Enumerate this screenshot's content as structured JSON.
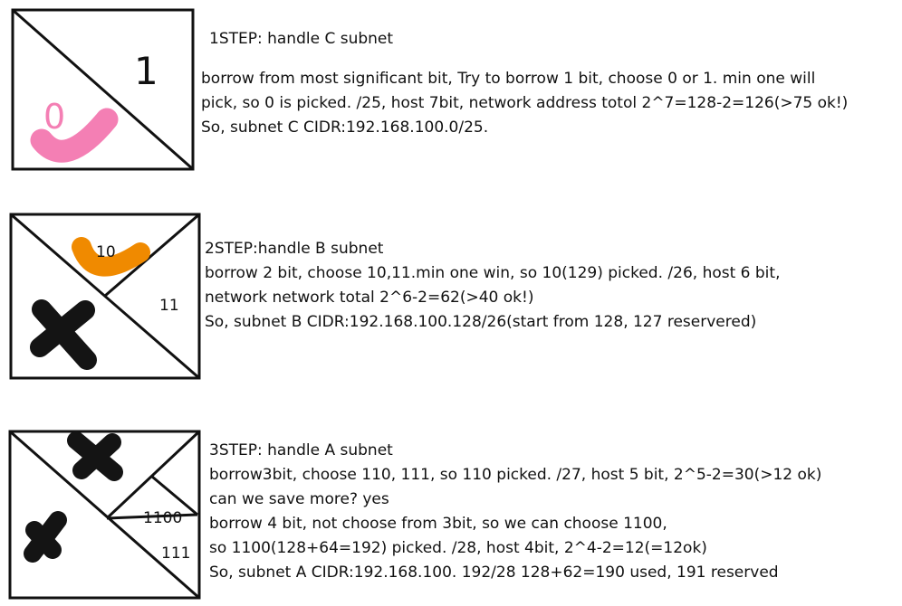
{
  "colors": {
    "stroke": "#111111",
    "pink": "#f47fb4",
    "orange": "#f08a00",
    "black_mark": "#141414"
  },
  "step1": {
    "diagram": {
      "label_main": "1",
      "label_picked": "0"
    },
    "title": "1STEP: handle C subnet",
    "lines": [
      "borrow from most significant bit, Try to borrow 1 bit, choose 0 or 1. min one will",
      "pick, so 0 is picked. /25, host 7bit, network address totol 2^7=128-2=126(>75 ok!)",
      "So, subnet C CIDR:192.168.100.0/25."
    ]
  },
  "step2": {
    "diagram": {
      "label_picked": "10",
      "label_other": "11"
    },
    "title": "2STEP:handle B subnet",
    "lines": [
      "borrow 2 bit, choose 10,11.min one win, so 10(129) picked. /26, host 6 bit,",
      "network network total 2^6-2=62(>40 ok!)",
      "So, subnet B CIDR:192.168.100.128/26(start from 128, 127 reservered)"
    ]
  },
  "step3": {
    "diagram": {
      "label_picked": "1100",
      "label_other": "111"
    },
    "title": "3STEP: handle A subnet",
    "lines": [
      "borrow3bit, choose 110, 111, so 110 picked. /27, host 5 bit, 2^5-2=30(>12 ok)",
      "can we save more? yes",
      "borrow 4 bit, not choose from 3bit, so we can choose 1100,",
      "so 1100(128+64=192) picked. /28, host 4bit, 2^4-2=12(=12ok)",
      "So, subnet A CIDR:192.168.100. 192/28  128+62=190 used, 191 reserved"
    ]
  }
}
